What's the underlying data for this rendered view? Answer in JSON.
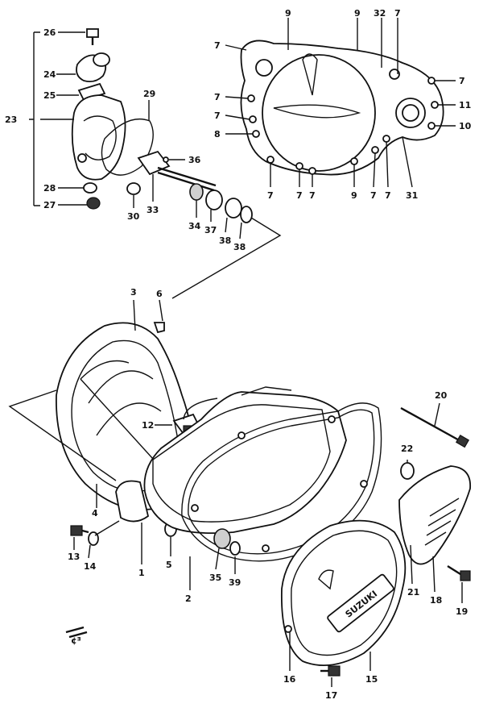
{
  "callouts": {
    "p26": "26",
    "p24": "24",
    "p25": "25",
    "p23": "23",
    "p29": "29",
    "p28": "28",
    "p27": "27",
    "p30": "30",
    "p33": "33",
    "p36": "36",
    "p34": "34",
    "p37": "37",
    "p38a": "38",
    "p38b": "38",
    "p9a": "9",
    "p9b": "9",
    "p32": "32",
    "p7top": "7",
    "p7a": "7",
    "p7b": "7",
    "p7c": "7",
    "p7d": "7",
    "p8": "8",
    "p11": "11",
    "p10": "10",
    "p7e": "7",
    "p7f": "7",
    "p7g": "7",
    "p9c": "9",
    "p7h": "7",
    "p7i": "7",
    "p31": "31",
    "p3": "3",
    "p6": "6",
    "p12": "12",
    "p4": "4",
    "p13": "13",
    "p14": "14",
    "p1": "1",
    "p5": "5",
    "p2": "2",
    "p35": "35",
    "p39": "39",
    "p20": "20",
    "p22": "22",
    "p21": "21",
    "p18": "18",
    "p19": "19",
    "p16": "16",
    "p15": "15",
    "p17": "17"
  },
  "cover_brand": "SUZUKI",
  "corner_mark": "¢ᴲ"
}
